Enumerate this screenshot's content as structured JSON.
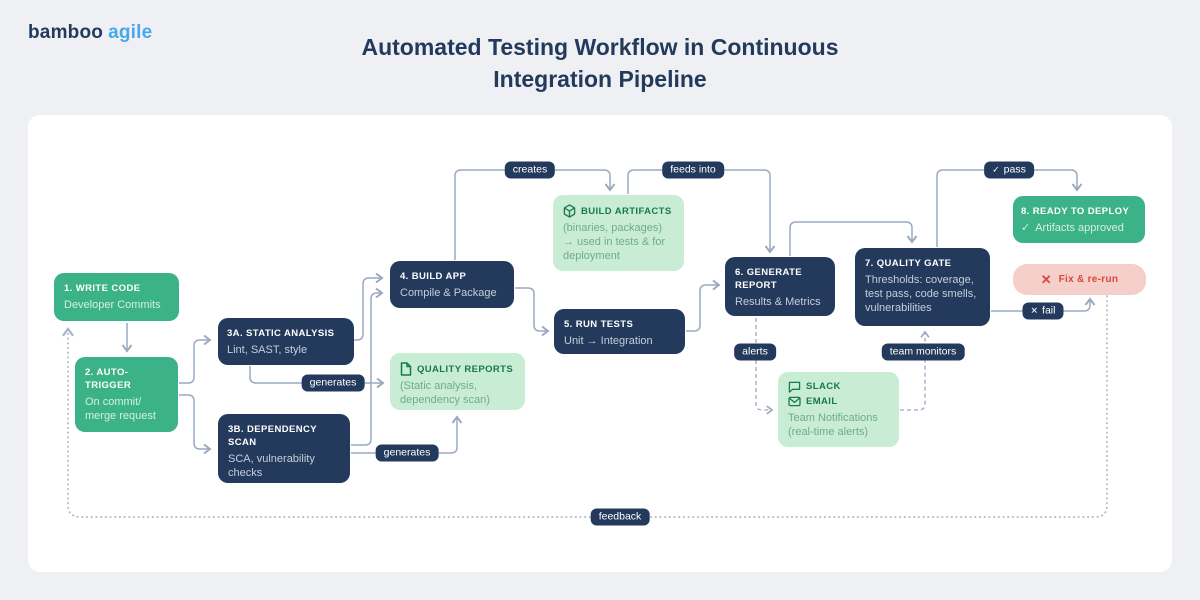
{
  "header": {
    "logo_bamboo": "bamboo",
    "logo_agile": "agile",
    "title": "Automated Testing Workflow in Continuous Integration Pipeline"
  },
  "colors": {
    "navy": "#243a5c",
    "green": "#3bb287",
    "light_green": "#c9ecd4",
    "dark_green_text": "#187a4b",
    "muted_green_text": "#6fac8d",
    "pink": "#f5cfc9",
    "red": "#dc4639",
    "line": "#9aa9c2",
    "logo_blue": "#4aa7e9",
    "page_bg": "#eef0f4"
  },
  "nodes": {
    "write_code": {
      "title": "1. WRITE CODE",
      "subtitle": "Developer Commits"
    },
    "auto_trigger": {
      "title": "2. AUTO-TRIGGER",
      "subtitle": "On commit/ merge request"
    },
    "static_analysis": {
      "title": "3A. STATIC ANALYSIS",
      "subtitle": "Lint, SAST, style"
    },
    "dependency_scan": {
      "title": "3B. DEPENDENCY SCAN",
      "subtitle": "SCA, vulnerability checks"
    },
    "build_app": {
      "title": "4. BUILD APP",
      "subtitle": "Compile & Package"
    },
    "quality_reports": {
      "icon": "document-icon",
      "title": "QUALITY REPORTS",
      "subtitle": "(Static analysis, dependency scan)"
    },
    "build_artifacts": {
      "icon": "package-icon",
      "title": "BUILD ARTIFACTS",
      "subtitle": "(binaries, packages) → used in tests & for deployment"
    },
    "run_tests": {
      "title": "5. RUN TESTS",
      "subtitle": "Unit → Integration"
    },
    "generate_report": {
      "title": "6. GENERATE REPORT",
      "subtitle": "Results & Metrics"
    },
    "quality_gate": {
      "title": "7. QUALITY GATE",
      "subtitle": "Thresholds: coverage, test pass, code smells, vulnerabilities"
    },
    "ready_to_deploy": {
      "title": "8. READY TO DEPLOY",
      "check_glyph": "✓",
      "subtitle": "Artifacts approved"
    },
    "notifications": {
      "icon_slack": "chat-bubble-icon",
      "slack": "SLACK",
      "icon_email": "envelope-icon",
      "email": "EMAIL",
      "subtitle": "Team Notifications (real-time alerts)"
    },
    "fix_rerun": {
      "x_glyph": "✕",
      "label": "Fix & re-run"
    }
  },
  "edge_labels": {
    "creates": {
      "label": "creates"
    },
    "feeds_into": {
      "label": "feeds into"
    },
    "generates_a": {
      "label": "generates"
    },
    "generates_b": {
      "label": "generates"
    },
    "alerts": {
      "label": "alerts"
    },
    "team_monitors": {
      "label": "team monitors"
    },
    "pass": {
      "glyph": "✓",
      "label": "pass"
    },
    "fail": {
      "glyph": "✕",
      "label": "fail"
    },
    "feedback": {
      "label": "feedback"
    }
  }
}
